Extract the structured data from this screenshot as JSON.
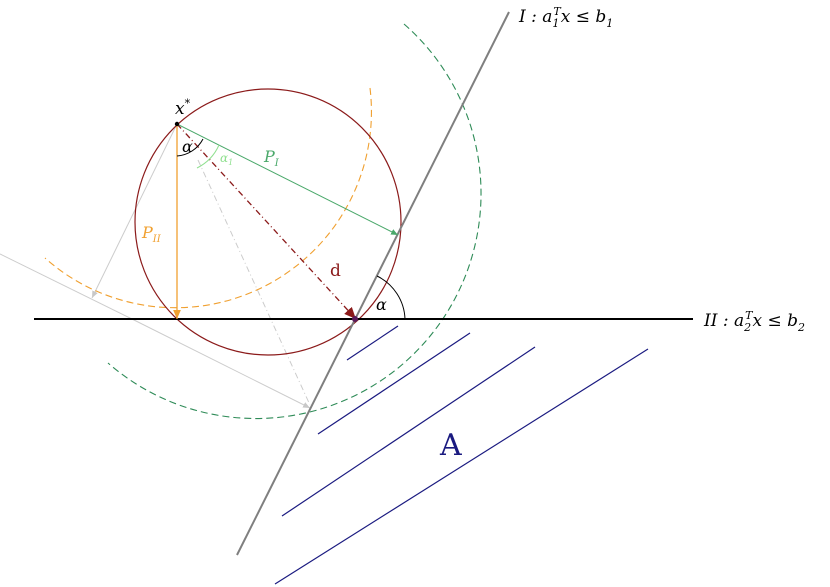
{
  "labels": {
    "constraint_1": {
      "prefix": "I : a",
      "sub": "1",
      "sup": "T",
      "mid": "x ≤ b",
      "end_sub": "1"
    },
    "constraint_2": {
      "prefix": "II : a",
      "sub": "2",
      "sup": "T",
      "mid": "x ≤ b",
      "end_sub": "2"
    },
    "x_star": {
      "base": "x",
      "sup": "*"
    },
    "p_one": {
      "base": "P",
      "sub": "I"
    },
    "p_two": {
      "base": "P",
      "sub": "II"
    },
    "alpha_top": "α",
    "alpha_one": {
      "base": "α",
      "sub": "1"
    },
    "alpha_bottom": "α",
    "distance": "d",
    "feasible_region": "A"
  },
  "colors": {
    "constraint_line_1": "#7f7f7f",
    "constraint_line_2": "#000000",
    "circle": "#8b1a1a",
    "projection_one": "#4aa86a",
    "projection_two": "#f0a030",
    "alpha_one": "#90e090",
    "distance": "#8b1a1a",
    "hatch": "#1a1a80",
    "teal_arc": "#2e8b57",
    "gray_construction": "#c8c8c8"
  }
}
